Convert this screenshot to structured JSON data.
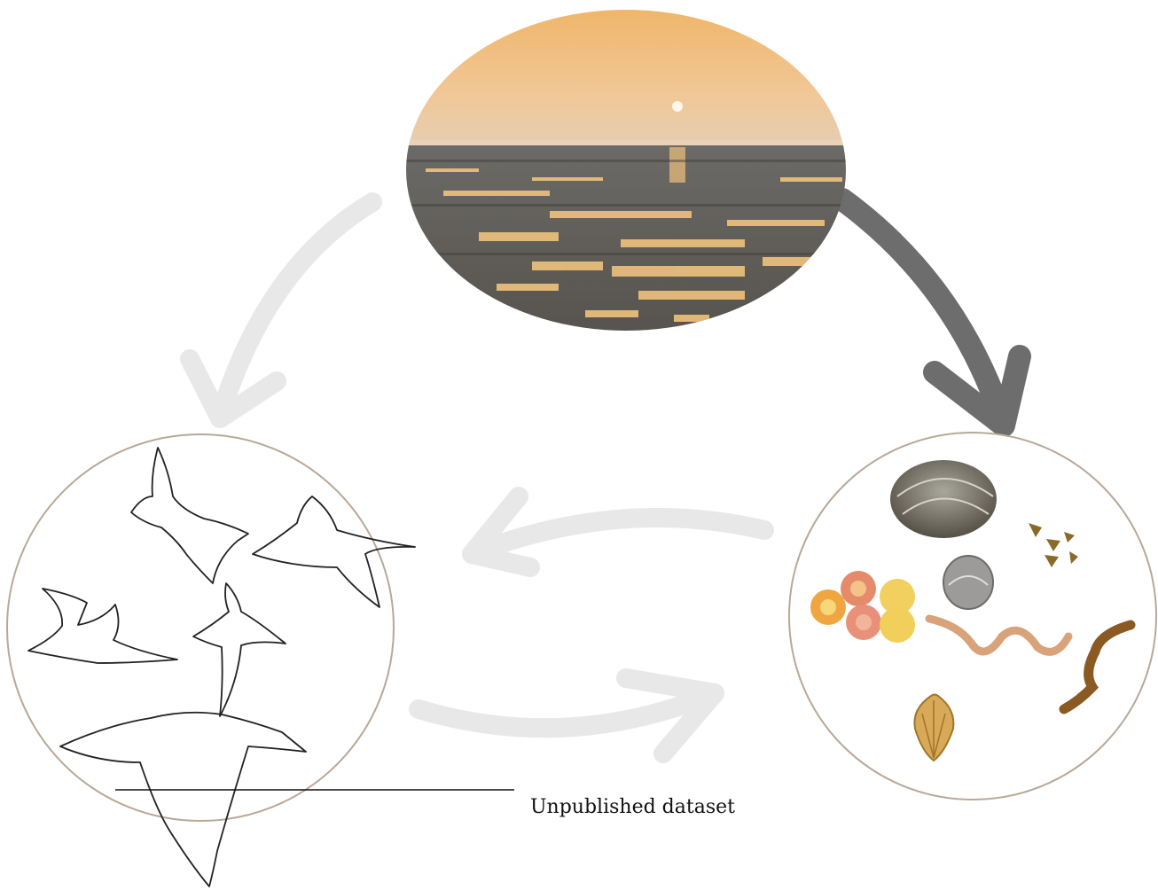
{
  "caption": "Unpublished dataset",
  "nodes": {
    "habitat": {
      "name": "tidal-flat-sunset-photo"
    },
    "birds": {
      "name": "shorebird-sketches"
    },
    "prey": {
      "name": "benthic-invertebrates"
    }
  },
  "arrows": [
    {
      "name": "habitat-to-prey-arrow",
      "emphasis": "strong"
    },
    {
      "name": "habitat-to-birds-arrow",
      "emphasis": "faint"
    },
    {
      "name": "prey-to-birds-arrow",
      "emphasis": "faint"
    },
    {
      "name": "birds-to-prey-arrow",
      "emphasis": "faint"
    }
  ],
  "colors": {
    "sky_top": "#f2b66a",
    "sky_bottom": "#e7c7a6",
    "mud": "#5b5a57",
    "puddle": "#f0c27a",
    "circle_stroke": "#b8a898",
    "strong_arrow": "#6e6e6e",
    "faint_arrow": "#e6e6e6"
  }
}
